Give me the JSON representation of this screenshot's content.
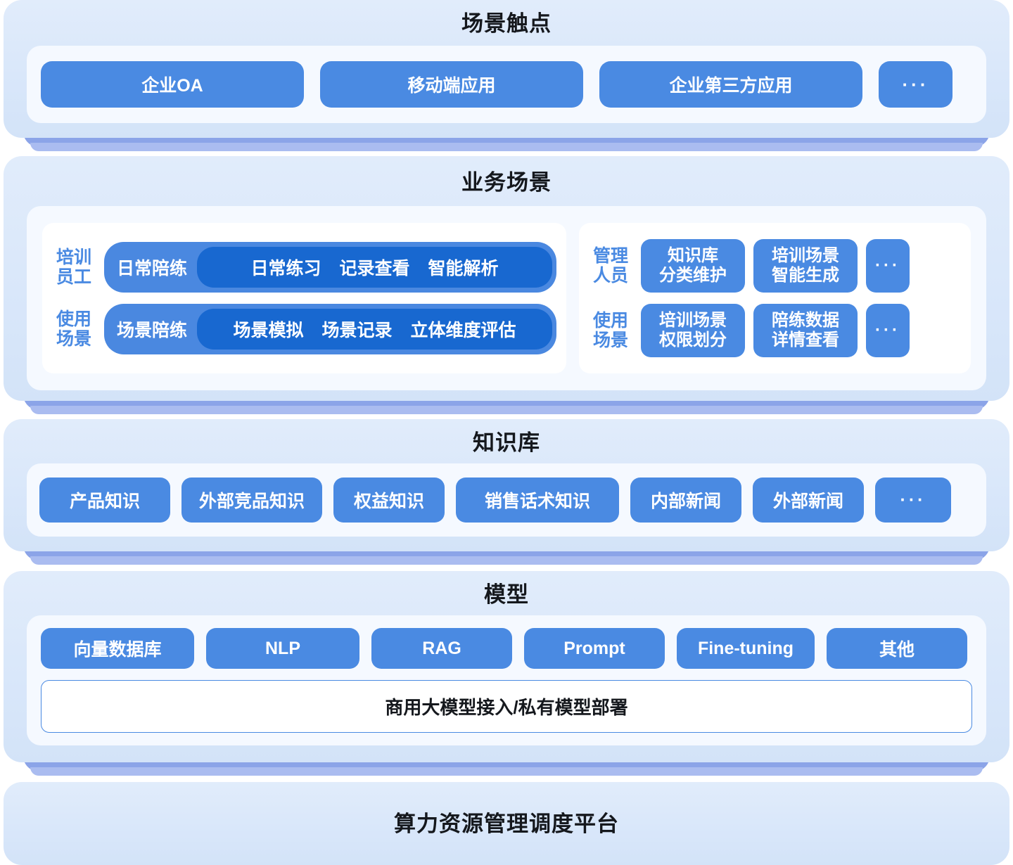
{
  "sections": {
    "touchpoint": {
      "title": "场景触点",
      "items": [
        {
          "label": "企业OA"
        },
        {
          "label": "移动端应用"
        },
        {
          "label": "企业第三方应用"
        },
        {
          "label": "···"
        }
      ]
    },
    "business": {
      "title": "业务场景",
      "left_groups": [
        {
          "role": "培训\n员工",
          "head": "日常陪练",
          "items": [
            "日常练习",
            "记录查看",
            "智能解析"
          ]
        },
        {
          "role": "使用\n场景",
          "head": "场景陪练",
          "items": [
            "场景模拟",
            "场景记录",
            "立体维度评估"
          ]
        }
      ],
      "right_groups": [
        {
          "role": "管理\n人员",
          "items": [
            "知识库\n分类维护",
            "培训场景\n智能生成",
            "···"
          ]
        },
        {
          "role": "使用\n场景",
          "items": [
            "培训场景\n权限划分",
            "陪练数据\n详情查看",
            "···"
          ]
        }
      ]
    },
    "knowledge": {
      "title": "知识库",
      "items": [
        {
          "label": "产品知识"
        },
        {
          "label": "外部竞品知识"
        },
        {
          "label": "权益知识"
        },
        {
          "label": "销售话术知识"
        },
        {
          "label": "内部新闻"
        },
        {
          "label": "外部新闻"
        },
        {
          "label": "···"
        }
      ]
    },
    "model": {
      "title": "模型",
      "items": [
        {
          "label": "向量数据库"
        },
        {
          "label": "NLP"
        },
        {
          "label": "RAG"
        },
        {
          "label": "Prompt"
        },
        {
          "label": "Fine-tuning"
        },
        {
          "label": "其他"
        }
      ],
      "deploy_label": "商用大模型接入/私有模型部署"
    },
    "platform": {
      "title": "算力资源管理调度平台"
    }
  },
  "colors": {
    "chip_blue": "#4a8ae2",
    "pill_outer_blue": "#4a88e0",
    "pill_inner_blue": "#1868d0",
    "section_bg": "#dce9fa",
    "panel_bg": "#f5f9ff",
    "plinth_blue": "#8ba4e8",
    "title_text": "#15181d",
    "role_label_blue": "#4a8ae2"
  }
}
